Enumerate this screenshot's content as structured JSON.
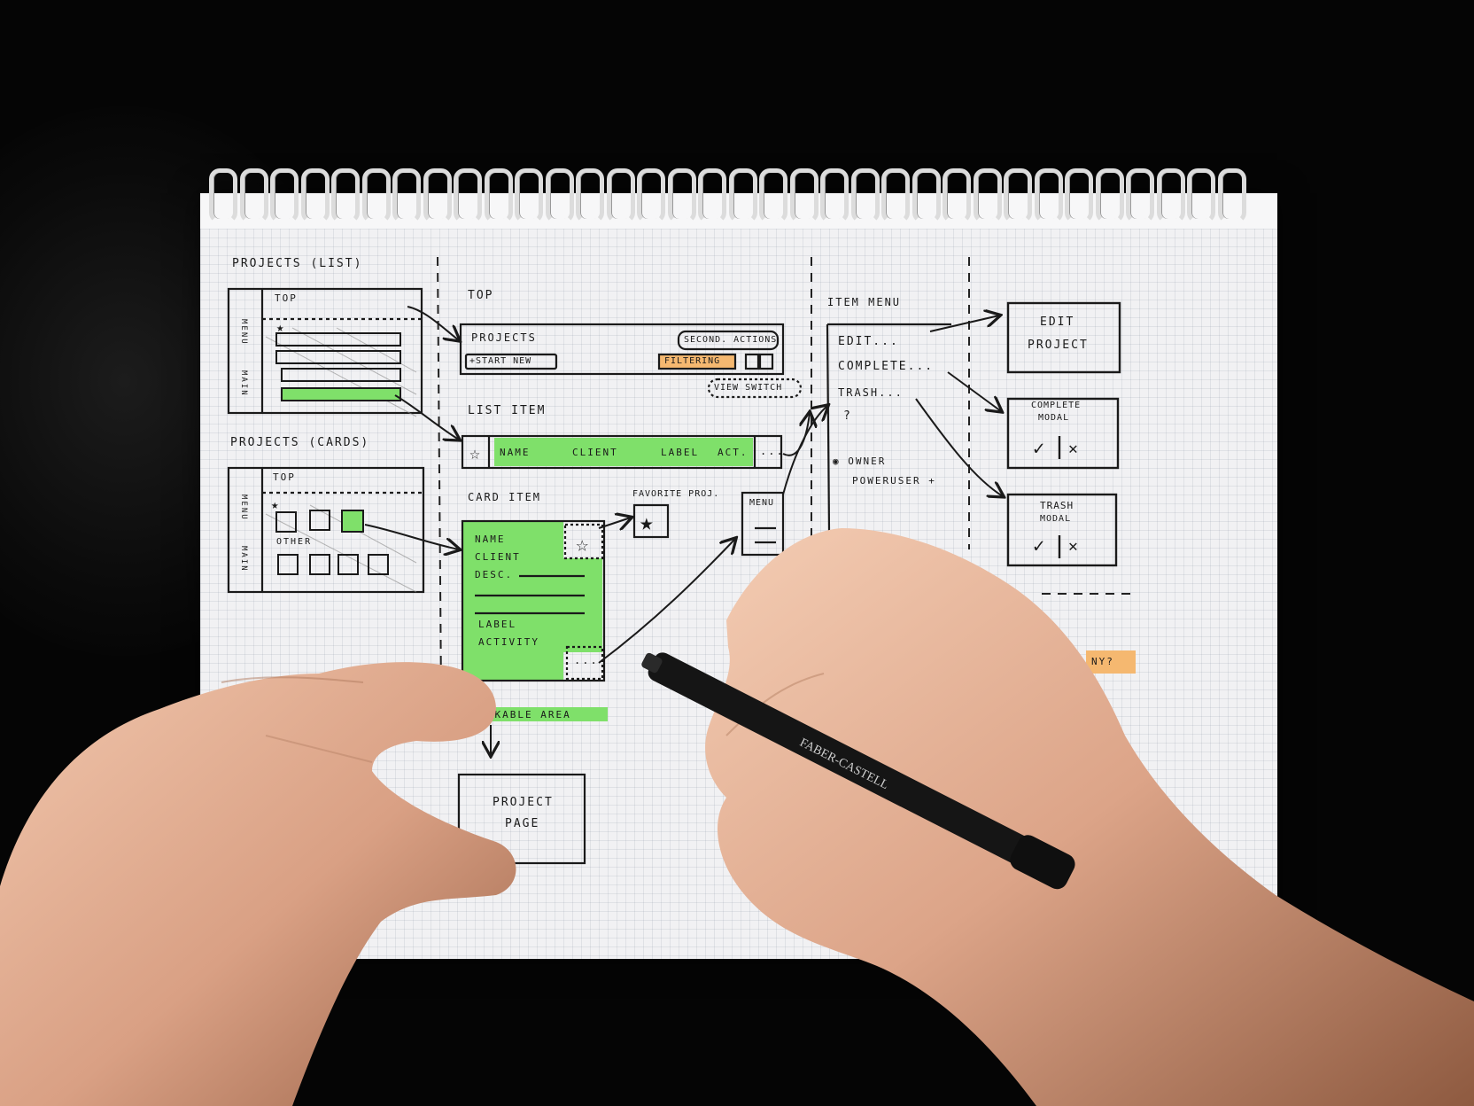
{
  "sketch": {
    "col1": {
      "list_title": "PROJECTS (LIST)",
      "list_top": "TOP",
      "list_menu": "MENU",
      "list_main": "MAIN",
      "cards_title": "PROJECTS (CARDS)",
      "cards_top": "TOP",
      "cards_menu": "MENU",
      "cards_main": "MAIN",
      "other": "OTHER"
    },
    "col2": {
      "top_label": "TOP",
      "projects": "PROJECTS",
      "second_actions": "SECOND. ACTIONS",
      "start_new": "+START NEW",
      "filtering": "FILTERING",
      "view_switch": "VIEW SWITCH",
      "list_item_label": "LIST ITEM",
      "li_name": "NAME",
      "li_client": "CLIENT",
      "li_label": "LABEL",
      "li_act": "ACT.",
      "li_dots": "...",
      "card_item_label": "CARD ITEM",
      "favorite": "FAVORITE PROJ.",
      "card_name": "NAME",
      "card_client": "CLIENT",
      "card_desc": "DESC.",
      "card_label": "LABEL",
      "card_activity": "ACTIVITY",
      "card_dots": "...",
      "menu": "MENU",
      "clickable_area": "CLICKABLE AREA",
      "project_page_1": "PROJECT",
      "project_page_2": "PAGE"
    },
    "col3": {
      "item_menu": "ITEM MENU",
      "edit": "EDIT...",
      "complete": "COMPLETE...",
      "trash": "TRASH...",
      "question": "?",
      "owner": "OWNER",
      "poweruser": "POWERUSER +"
    },
    "col4": {
      "edit_project_1": "EDIT",
      "edit_project_2": "PROJECT",
      "complete_modal_1": "COMPLETE",
      "complete_modal_2": "MODAL",
      "trash_modal_1": "TRASH",
      "trash_modal_2": "MODAL",
      "check": "✓",
      "cross": "✕",
      "partial_tag": "ny?"
    }
  },
  "pen_brand": "FABER-CASTELL",
  "colors": {
    "highlight_green": "#7fe06a",
    "highlight_orange": "#f5b870",
    "ink": "#1a1a1a",
    "paper": "#f1f1f3",
    "background": "#050505"
  }
}
